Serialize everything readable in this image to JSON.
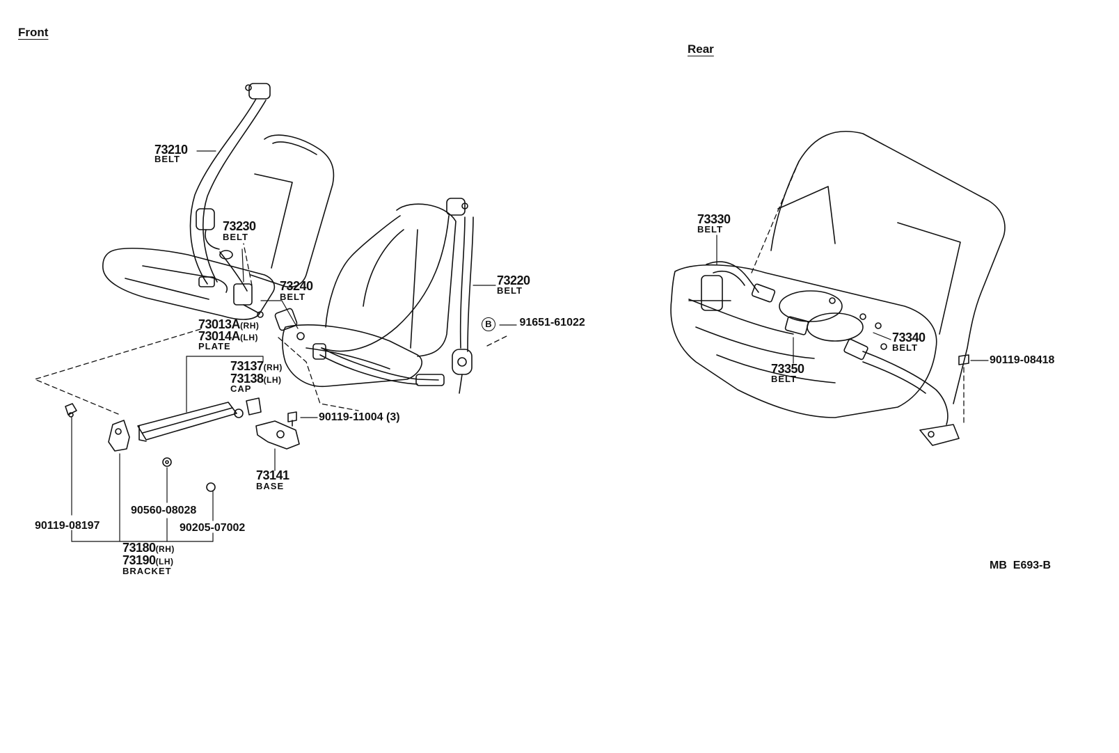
{
  "sections": {
    "front": "Front",
    "rear": "Rear"
  },
  "parts": {
    "p73210": {
      "number": "73210",
      "name": "BELT"
    },
    "p73230": {
      "number": "73230",
      "name": "BELT"
    },
    "p73240": {
      "number": "73240",
      "name": "BELT"
    },
    "p73220": {
      "number": "73220",
      "name": "BELT"
    },
    "p73013a": {
      "number": "73013A",
      "side": "(RH)"
    },
    "p73014a": {
      "number": "73014A",
      "side": "(LH)",
      "name": "PLATE"
    },
    "p73137": {
      "number": "73137",
      "side": "(RH)"
    },
    "p73138": {
      "number": "73138",
      "side": "(LH)",
      "name": "CAP"
    },
    "p73141": {
      "number": "73141",
      "name": "BASE"
    },
    "p73180": {
      "number": "73180",
      "side": "(RH)"
    },
    "p73190": {
      "number": "73190",
      "side": "(LH)",
      "name": "BRACKET"
    },
    "p73330": {
      "number": "73330",
      "name": "BELT"
    },
    "p73340": {
      "number": "73340",
      "name": "BELT"
    },
    "p73350": {
      "number": "73350",
      "name": "BELT"
    }
  },
  "fasteners": {
    "f91651": {
      "marker": "B",
      "number": "91651-61022"
    },
    "f90119_11004": {
      "number": "90119-11004 (3)"
    },
    "f90119_08197": {
      "number": "90119-08197"
    },
    "f90560": {
      "number": "90560-08028"
    },
    "f90205": {
      "number": "90205-07002"
    },
    "f90119_08418": {
      "number": "90119-08418"
    }
  },
  "diagram_code": "MB  E693-B",
  "colors": {
    "line": "#111111",
    "background": "#ffffff"
  }
}
